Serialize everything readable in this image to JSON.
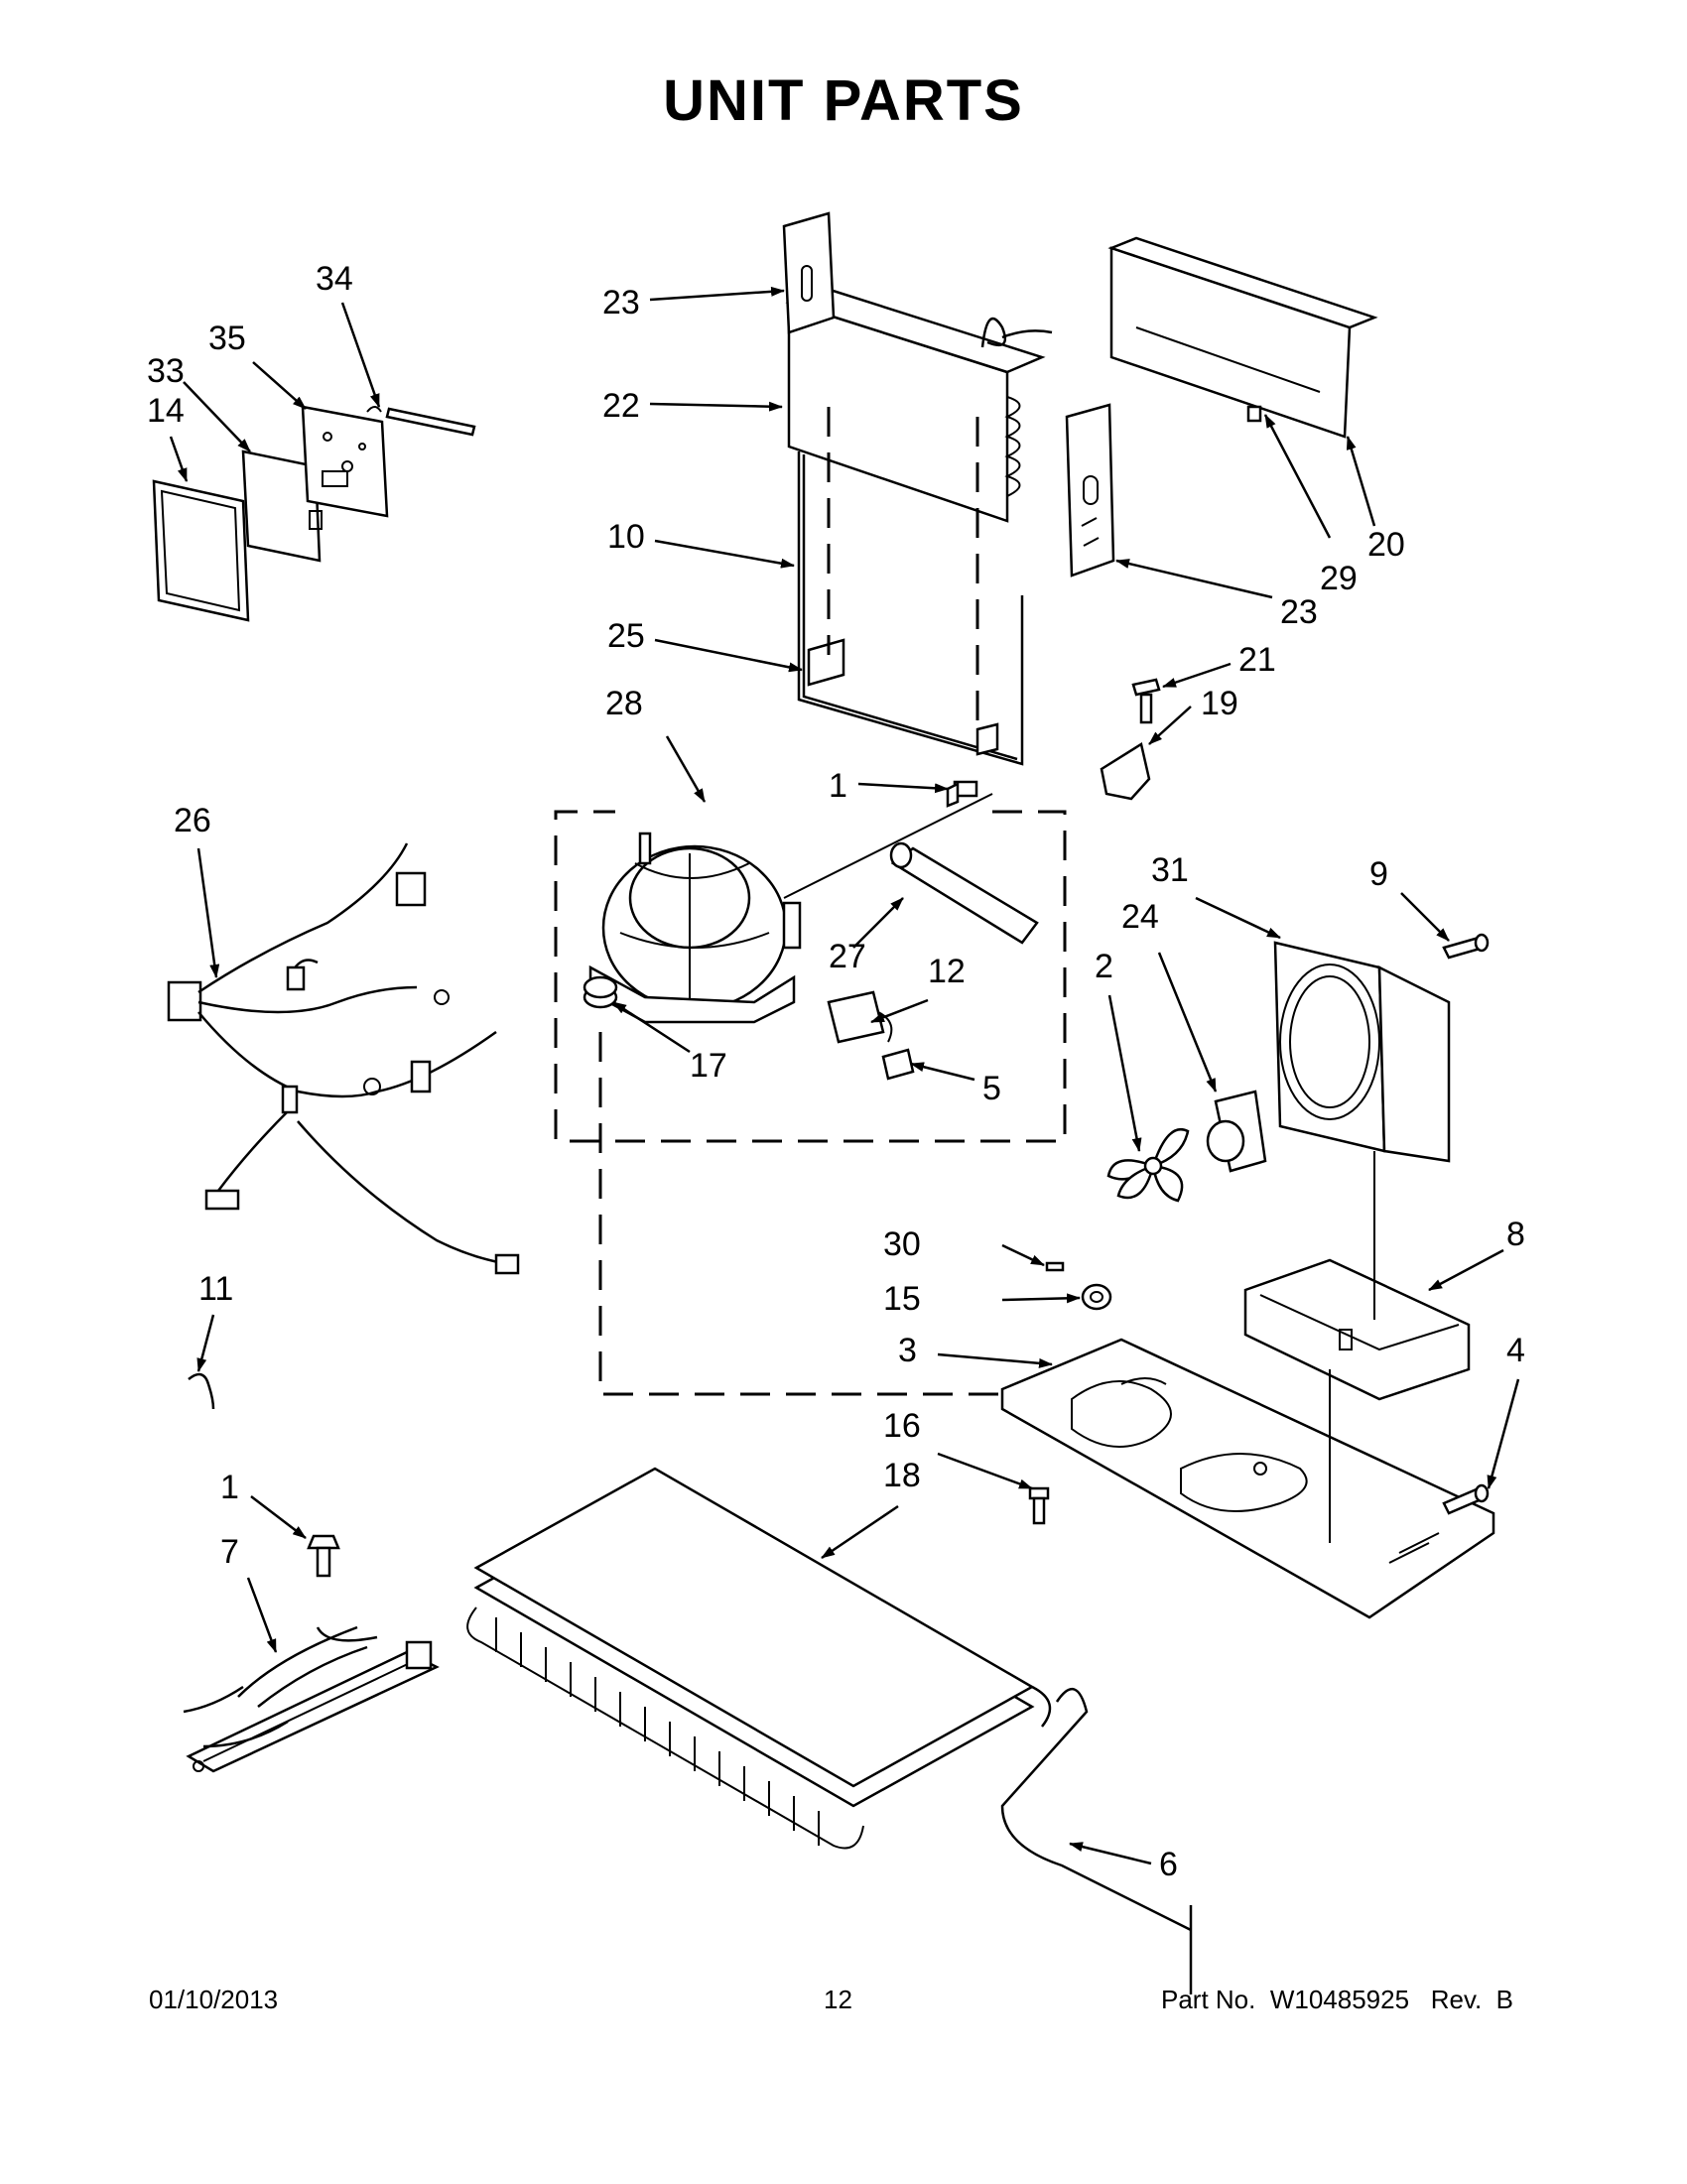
{
  "title": "UNIT PARTS",
  "footer": {
    "date": "01/10/2013",
    "page": "12",
    "part_number": "Part No.  W10485925   Rev.  B"
  },
  "callouts": {
    "c1a": "1",
    "c1b": "1",
    "c2": "2",
    "c3": "3",
    "c4": "4",
    "c5": "5",
    "c6": "6",
    "c7": "7",
    "c8": "8",
    "c9": "9",
    "c10": "10",
    "c11": "11",
    "c12": "12",
    "c14": "14",
    "c15": "15",
    "c16": "16",
    "c17": "17",
    "c18": "18",
    "c19": "19",
    "c20": "20",
    "c21": "21",
    "c22": "22",
    "c23a": "23",
    "c23b": "23",
    "c24": "24",
    "c25": "25",
    "c26": "26",
    "c27": "27",
    "c28": "28",
    "c29": "29",
    "c30": "30",
    "c31": "31",
    "c33": "33",
    "c34": "34",
    "c35": "35"
  }
}
